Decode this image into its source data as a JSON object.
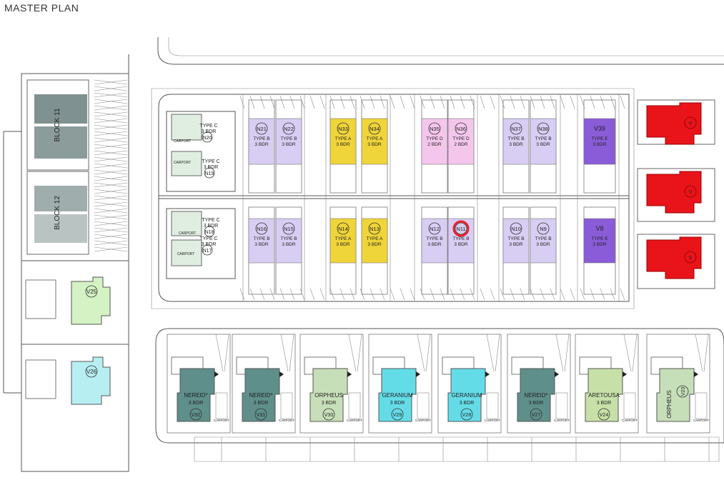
{
  "title": "MASTER PLAN",
  "colors": {
    "typeA": "#efd43a",
    "typeB": "#d8cdf2",
    "typeD": "#f4c6ec",
    "typeE": "#8a5cd8",
    "villa_red": "#e8141a",
    "nereid": "#5f8f8b",
    "orpheus": "#c7dfb9",
    "geranium": "#64dce8",
    "aretousa": "#c7e0a8",
    "block": "#7f9190",
    "v25": "#d4f2c4",
    "v26": "#b7eef2",
    "highlight": "#e8222a"
  },
  "blocks": [
    {
      "id": "block11",
      "label": "BLOCK 11"
    },
    {
      "id": "block12",
      "label": "BLOCK 12"
    }
  ],
  "north_units": [
    {
      "id": "N21",
      "type": "TYPE B",
      "bdr": "3 BDR",
      "color": "typeB"
    },
    {
      "id": "N22",
      "type": "TYPE B",
      "bdr": "3 BDR",
      "color": "typeB"
    },
    {
      "id": "N33",
      "type": "TYPE A",
      "bdr": "3 BDR",
      "color": "typeA"
    },
    {
      "id": "N34",
      "type": "TYPE A",
      "bdr": "3 BDR",
      "color": "typeA"
    },
    {
      "id": "N35",
      "type": "TYPE D",
      "bdr": "2 BDR",
      "color": "typeD"
    },
    {
      "id": "N36",
      "type": "TYPE D",
      "bdr": "2 BDR",
      "color": "typeD"
    },
    {
      "id": "N37",
      "type": "TYPE B",
      "bdr": "3 BDR",
      "color": "typeB"
    },
    {
      "id": "N38",
      "type": "TYPE B",
      "bdr": "3 BDR",
      "color": "typeB"
    },
    {
      "id": "V39",
      "type": "TYPE E",
      "bdr": "3 BDR",
      "color": "typeE"
    }
  ],
  "south_units": [
    {
      "id": "N16",
      "type": "TYPE B",
      "bdr": "3 BDR",
      "color": "typeB"
    },
    {
      "id": "N15",
      "type": "TYPE B",
      "bdr": "3 BDR",
      "color": "typeB"
    },
    {
      "id": "N14",
      "type": "TYPE A",
      "bdr": "3 BDR",
      "color": "typeA"
    },
    {
      "id": "N13",
      "type": "TYPE A",
      "bdr": "3 BDR",
      "color": "typeA"
    },
    {
      "id": "N12",
      "type": "TYPE B",
      "bdr": "3 BDR",
      "color": "typeB"
    },
    {
      "id": "N11",
      "type": "TYPE B",
      "bdr": "3 BDR",
      "color": "typeB",
      "highlighted": true
    },
    {
      "id": "N10",
      "type": "TYPE B",
      "bdr": "3 BDR",
      "color": "typeB"
    },
    {
      "id": "N9",
      "type": "TYPE B",
      "bdr": "3 BDR",
      "color": "typeB"
    },
    {
      "id": "V8",
      "type": "TYPE E",
      "bdr": "3 BDR",
      "color": "typeE"
    }
  ],
  "west_units": [
    {
      "id": "N20",
      "type": "TYPE C",
      "bdr": "3 BDR"
    },
    {
      "id": "N19",
      "type": "TYPE C",
      "bdr": "3 BDR"
    },
    {
      "id": "N18",
      "type": "TYPE C",
      "bdr": "3 BDR"
    },
    {
      "id": "N17",
      "type": "TYPE C",
      "bdr": "3 BDR"
    }
  ],
  "carport_label": "CARPORT",
  "villas_bottom": [
    {
      "id": "V32",
      "name": "NEREID*",
      "bdr": "3 BDR",
      "color": "nereid"
    },
    {
      "id": "V31",
      "name": "NEREID*",
      "bdr": "3 BDR",
      "color": "nereid"
    },
    {
      "id": "V30",
      "name": "ORPHEUS",
      "bdr": "3 BDR",
      "color": "orpheus"
    },
    {
      "id": "V29",
      "name": "GERANIUM",
      "bdr": "3 BDR",
      "color": "geranium"
    },
    {
      "id": "V28",
      "name": "GERANIUM",
      "bdr": "3 BDR",
      "color": "geranium"
    },
    {
      "id": "V27",
      "name": "NEREID*",
      "bdr": "3 BDR",
      "color": "nereid"
    },
    {
      "id": "V24",
      "name": "ARETOUSA",
      "bdr": "3 BDR",
      "color": "aretousa"
    },
    {
      "id": "V23",
      "name": "ORPHEUS",
      "bdr": "",
      "color": "orpheus"
    }
  ],
  "villas_left": [
    {
      "id": "V25",
      "color": "v25"
    },
    {
      "id": "V26",
      "color": "v26"
    }
  ],
  "villas_red": [
    {
      "id": "V"
    },
    {
      "id": "V"
    },
    {
      "id": "V"
    }
  ]
}
